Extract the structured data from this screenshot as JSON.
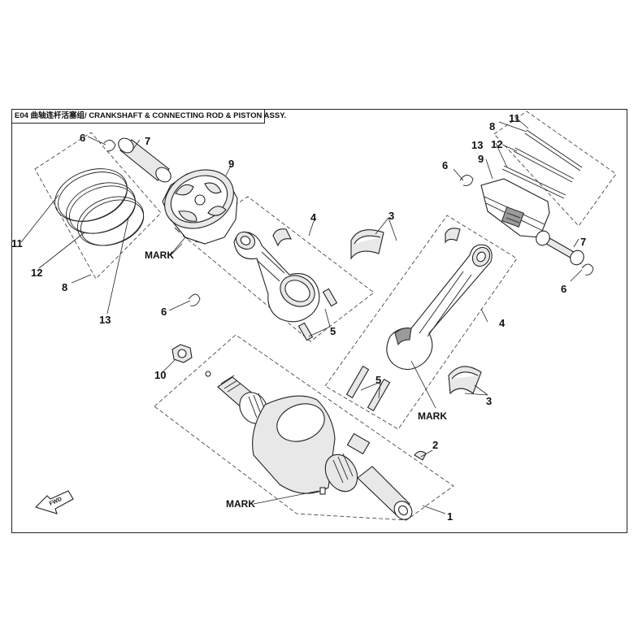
{
  "title": "E04 曲轴连杆活塞组/ CRANKSHAFT & CONNECTING ROD & PISTON ASSY.",
  "callouts": {
    "n1": "1",
    "n2": "2",
    "n3a": "3",
    "n3b": "3",
    "n4a": "4",
    "n4b": "4",
    "n5a": "5",
    "n5b": "5",
    "n6a": "6",
    "n6b": "6",
    "n6c": "6",
    "n6d": "6",
    "n7a": "7",
    "n7b": "7",
    "n8a": "8",
    "n8b": "8",
    "n9a": "9",
    "n9b": "9",
    "n10": "10",
    "n11a": "11",
    "n11b": "11",
    "n12a": "12",
    "n12b": "12",
    "n13a": "13",
    "n13b": "13"
  },
  "marks": {
    "piston": "MARK",
    "rod": "MARK",
    "crank": "MARK"
  },
  "fwd_label": "FWD"
}
